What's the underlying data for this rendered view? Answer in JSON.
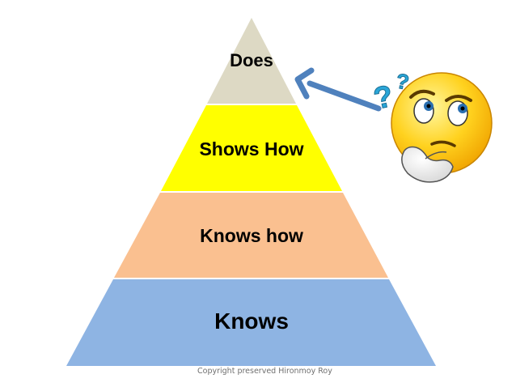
{
  "pyramid": {
    "tiers": [
      {
        "label": "Does",
        "color": "#ddd9c4"
      },
      {
        "label": "Shows How",
        "color": "#ffff00"
      },
      {
        "label": "Knows how",
        "color": "#fac090"
      },
      {
        "label": "Knows",
        "color": "#8eb4e3"
      }
    ],
    "separator_color": "#ffffff"
  },
  "pointer_arrow": {
    "color": "#4f81bd"
  },
  "thinking_emoji": {
    "icon": "thinking-face-icon",
    "face_color": "#ffd21f",
    "question_mark_color": "#2aa6d8"
  },
  "footer": {
    "copyright": "Copyright preserved Hironmoy Roy"
  }
}
